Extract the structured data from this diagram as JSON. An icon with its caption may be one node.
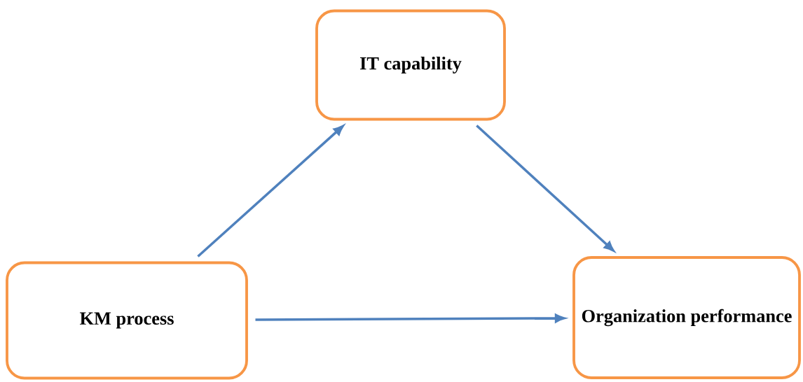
{
  "diagram": {
    "nodes": [
      {
        "text": [
          "IT capability"
        ]
      },
      {
        "text": [
          "KM process"
        ]
      },
      {
        "text": [
          "Organization performance"
        ]
      }
    ],
    "edges": [
      {
        "from": 1,
        "to": 0,
        "arrow": "to"
      },
      {
        "from": 0,
        "to": 2,
        "arrow": "to"
      },
      {
        "from": 1,
        "to": 2,
        "arrow": "to"
      }
    ]
  }
}
